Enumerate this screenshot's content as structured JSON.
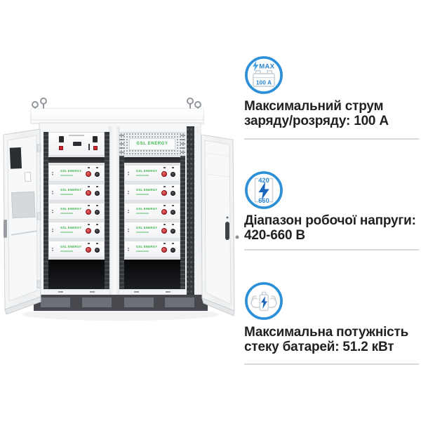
{
  "features": [
    {
      "icon": "max-current-battery-icon",
      "icon_max_label": "MAX",
      "icon_value": "100 A",
      "line1": "Максимальний струм",
      "line2": "заряду/розряду: 100 А"
    },
    {
      "icon": "voltage-range-icon",
      "icon_top_value": "420",
      "icon_bottom_value": "660",
      "line1": "Діапазон робочої напруги:",
      "line2": "420-660 В"
    },
    {
      "icon": "battery-stack-power-icon",
      "line1": "Максимальна потужність",
      "line2": "стеку батарей: 51.2 кВт"
    }
  ],
  "cabinet": {
    "brand_label": "GSL ENERGY",
    "module_label": "GSL ENERGY"
  },
  "colors": {
    "accent_blue": "#2b90d8",
    "bolt_blue": "#1a64ba",
    "brand_green": "#3cb54a",
    "button_red": "#c8242a",
    "heading_text": "#1f2022",
    "divider": "#d9d9d9"
  }
}
